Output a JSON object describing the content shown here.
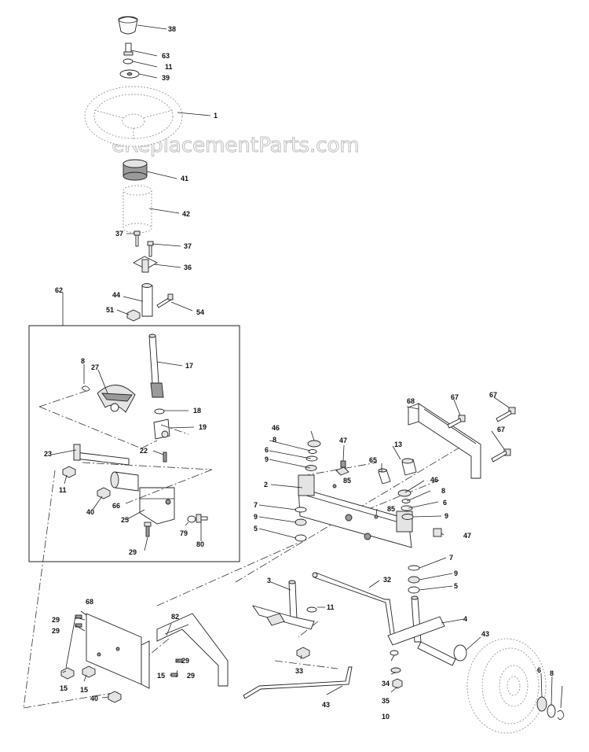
{
  "watermark": "eReplacementParts.com",
  "callouts": [
    {
      "id": "c38",
      "text": "38"
    },
    {
      "id": "c63",
      "text": "63"
    },
    {
      "id": "c11a",
      "text": "11"
    },
    {
      "id": "c39",
      "text": "39"
    },
    {
      "id": "c1",
      "text": "1"
    },
    {
      "id": "c41",
      "text": "41"
    },
    {
      "id": "c42",
      "text": "42"
    },
    {
      "id": "c37a",
      "text": "37"
    },
    {
      "id": "c37b",
      "text": "37"
    },
    {
      "id": "c36",
      "text": "36"
    },
    {
      "id": "c62",
      "text": "62"
    },
    {
      "id": "c44",
      "text": "44"
    },
    {
      "id": "c51",
      "text": "51"
    },
    {
      "id": "c54",
      "text": "54"
    },
    {
      "id": "c17",
      "text": "17"
    },
    {
      "id": "c8a",
      "text": "8"
    },
    {
      "id": "c27",
      "text": "27"
    },
    {
      "id": "c18",
      "text": "18"
    },
    {
      "id": "c19",
      "text": "19"
    },
    {
      "id": "c22",
      "text": "22"
    },
    {
      "id": "c23",
      "text": "23"
    },
    {
      "id": "c11b",
      "text": "11"
    },
    {
      "id": "c66",
      "text": "66"
    },
    {
      "id": "c40a",
      "text": "40"
    },
    {
      "id": "c25",
      "text": "25"
    },
    {
      "id": "c79",
      "text": "79"
    },
    {
      "id": "c80",
      "text": "80"
    },
    {
      "id": "c29a",
      "text": "29"
    },
    {
      "id": "c68a",
      "text": "68"
    },
    {
      "id": "c67a",
      "text": "67"
    },
    {
      "id": "c67b",
      "text": "67"
    },
    {
      "id": "c67c",
      "text": "67"
    },
    {
      "id": "c46a",
      "text": "46"
    },
    {
      "id": "c8b",
      "text": "8"
    },
    {
      "id": "c6a",
      "text": "6"
    },
    {
      "id": "c9a",
      "text": "9"
    },
    {
      "id": "c47a",
      "text": "47"
    },
    {
      "id": "c85a",
      "text": "85"
    },
    {
      "id": "c13",
      "text": "13"
    },
    {
      "id": "c65",
      "text": "65"
    },
    {
      "id": "c2",
      "text": "2"
    },
    {
      "id": "c46b",
      "text": "46"
    },
    {
      "id": "c8c",
      "text": "8"
    },
    {
      "id": "c6b",
      "text": "6"
    },
    {
      "id": "c9b",
      "text": "9"
    },
    {
      "id": "c85b",
      "text": "85"
    },
    {
      "id": "c7a",
      "text": "7"
    },
    {
      "id": "c9c",
      "text": "9"
    },
    {
      "id": "c5a",
      "text": "5"
    },
    {
      "id": "c47b",
      "text": "47"
    },
    {
      "id": "c7b",
      "text": "7"
    },
    {
      "id": "c9d",
      "text": "9"
    },
    {
      "id": "c5b",
      "text": "5"
    },
    {
      "id": "c3",
      "text": "3"
    },
    {
      "id": "c32",
      "text": "32"
    },
    {
      "id": "c11c",
      "text": "11"
    },
    {
      "id": "c4",
      "text": "4"
    },
    {
      "id": "c43a",
      "text": "43"
    },
    {
      "id": "c68b",
      "text": "68"
    },
    {
      "id": "c82",
      "text": "82"
    },
    {
      "id": "c29b",
      "text": "29"
    },
    {
      "id": "c29c",
      "text": "29"
    },
    {
      "id": "c29d",
      "text": "29"
    },
    {
      "id": "c29e",
      "text": "29"
    },
    {
      "id": "c15a",
      "text": "15"
    },
    {
      "id": "c15b",
      "text": "15"
    },
    {
      "id": "c15c",
      "text": "15"
    },
    {
      "id": "c40b",
      "text": "40"
    },
    {
      "id": "c33",
      "text": "33"
    },
    {
      "id": "c34",
      "text": "34"
    },
    {
      "id": "c35",
      "text": "35"
    },
    {
      "id": "c10",
      "text": "10"
    },
    {
      "id": "c43b",
      "text": "43"
    },
    {
      "id": "c6c",
      "text": "6"
    },
    {
      "id": "c8d",
      "text": "8"
    }
  ]
}
